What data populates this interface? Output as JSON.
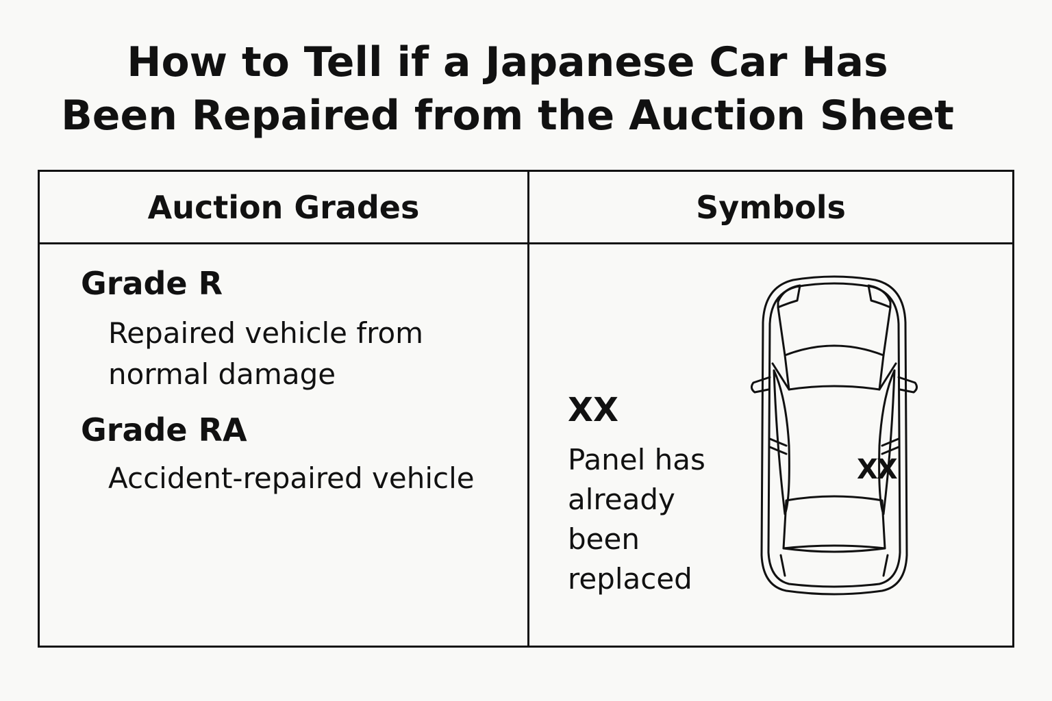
{
  "title": {
    "line1": "How to Tell if a Japanese Car Has",
    "line2": "Been Repaired from the Auction Sheet"
  },
  "table": {
    "left_header": "Auction Grades",
    "right_header": "Symbols",
    "grades": [
      {
        "name": "Grade R",
        "description_line1": "Repaired vehicle from",
        "description_line2": "normal damage"
      },
      {
        "name": "Grade RA",
        "description_line1": "Accident-repaired vehicle"
      }
    ],
    "symbol": {
      "mark": "XX",
      "description": "Panel has already been replaced",
      "car_mark": "XX",
      "car_icon": "car-top-view-icon"
    }
  },
  "colors": {
    "background": "#f9f9f7",
    "ink": "#111111"
  }
}
